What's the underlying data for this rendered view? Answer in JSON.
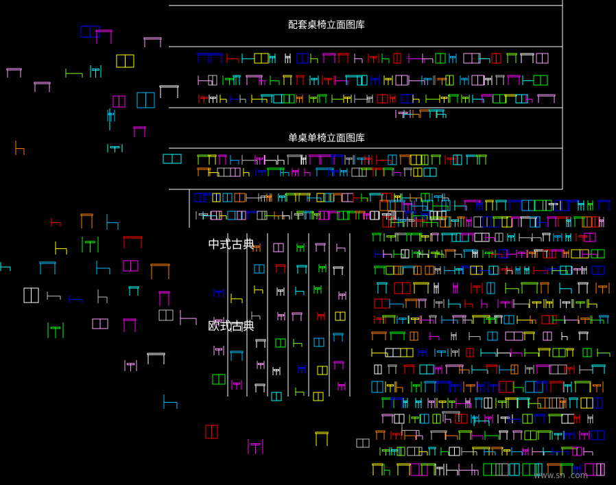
{
  "drawing": {
    "title_top": "配套桌椅立面图库",
    "title_mid": "单桌单椅立面图库",
    "label_chinese": "中式古典",
    "label_european": "欧式古典",
    "watermark": "www.sn   .com"
  },
  "colors": {
    "background": "#000000",
    "line": "#ffffff",
    "palette": [
      "#00ffff",
      "#ffff00",
      "#00ff00",
      "#ff00ff",
      "#ff0000",
      "#ffffff",
      "#0000ff",
      "#ff8000",
      "#c0c0c0",
      "#00c0ff",
      "#ffa0ff",
      "#80ff00"
    ]
  }
}
